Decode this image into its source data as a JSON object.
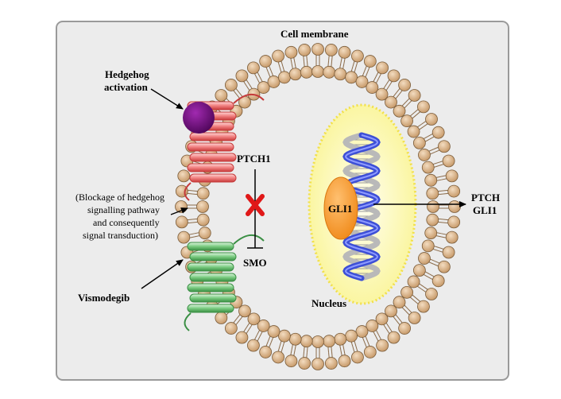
{
  "labels": {
    "cell_membrane": "Cell membrane",
    "hedgehog_line1": "Hedgehog",
    "hedgehog_line2": "activation",
    "ptch1": "PTCH1",
    "smo": "SMO",
    "blockage_line1": "(Blockage of hedgehog",
    "blockage_line2": "signalling pathway",
    "blockage_line3": "and consequently",
    "blockage_line4": "signal transduction)",
    "vismodegib": "Vismodegib",
    "gli1": "GLI1",
    "nucleus": "Nucleus",
    "output_line1": "PTCH",
    "output_line2": "GLI1"
  },
  "colors": {
    "panel_bg": "#ececec",
    "panel_border": "#9a9a9a",
    "lipid_head": "#d8b48a",
    "lipid_head_stroke": "#7a5c3a",
    "nucleus_fill": "#fbf7a8",
    "nucleus_border": "#f2e04a",
    "gli1_fill": "#f59a2a",
    "dna_blue": "#3d4fd6",
    "dna_grey": "#b9b9b9",
    "ptch1_coil": "#f07a7a",
    "smo_coil": "#6ec47a",
    "hedgehog_ligand": "#6a0a7a",
    "inhibit_mark": "#e01818"
  }
}
